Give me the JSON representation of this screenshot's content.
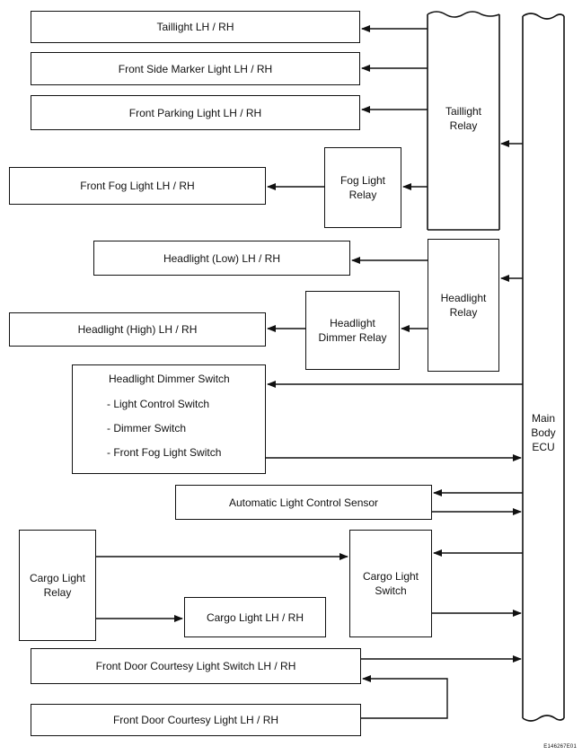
{
  "diagram": {
    "ecu": {
      "label": "Main\nBody\nECU"
    },
    "taillight_relay": {
      "label": "Taillight\nRelay"
    },
    "headlight_relay": {
      "label": "Headlight\nRelay"
    },
    "fog_light_relay": {
      "label": "Fog Light\nRelay"
    },
    "headlight_dimmer_relay": {
      "label": "Headlight\nDimmer Relay"
    },
    "taillight": {
      "label": "Taillight LH / RH"
    },
    "front_side_marker": {
      "label": "Front Side Marker Light LH / RH"
    },
    "front_parking": {
      "label": "Front Parking Light LH / RH"
    },
    "front_fog": {
      "label": "Front Fog Light LH / RH"
    },
    "headlight_low": {
      "label": "Headlight (Low) LH / RH"
    },
    "headlight_high": {
      "label": "Headlight (High) LH / RH"
    },
    "dimmer_switch_assembly": {
      "title": "Headlight Dimmer Switch",
      "items": [
        "- Light Control Switch",
        "- Dimmer Switch",
        "- Front Fog Light Switch"
      ]
    },
    "auto_light_sensor": {
      "label": "Automatic Light Control Sensor"
    },
    "cargo_light_relay": {
      "label": "Cargo Light\nRelay"
    },
    "cargo_light_switch": {
      "label": "Cargo Light\nSwitch"
    },
    "cargo_light": {
      "label": "Cargo Light LH / RH"
    },
    "door_courtesy_switch": {
      "label": "Front Door Courtesy Light Switch LH / RH"
    },
    "door_courtesy_light": {
      "label": "Front Door Courtesy Light LH / RH"
    }
  },
  "figure_code": "E146267E01"
}
